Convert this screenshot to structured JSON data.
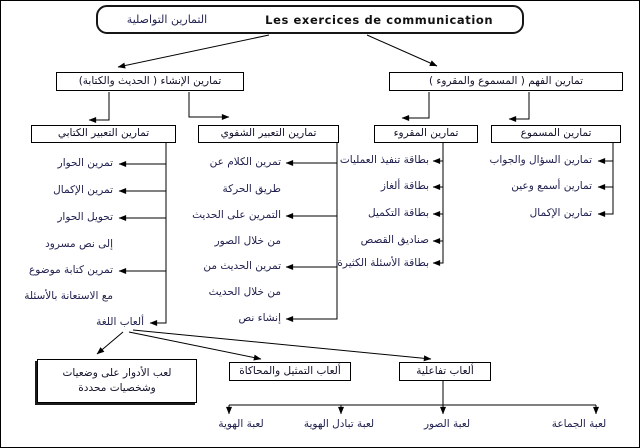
{
  "root": {
    "title_ar": "التمارين التواصلية",
    "title_fr": "Les exercices de communication"
  },
  "level2": {
    "expression": "تمارين الإنشاء ( الحديث والكتابة)",
    "comprehension": "تمارين الفهم ( المسموع والمقروء )"
  },
  "columns": [
    {
      "header": "تمارين التعبير الكتابي",
      "items": [
        {
          "label": "تمرين الحوار"
        },
        {
          "label": "تمرين الإكمال"
        },
        {
          "label": "تحويل الحوار"
        },
        {
          "label": "إلى نص مسرود"
        },
        {
          "label": "تمرين كتابة موضوع"
        },
        {
          "label": "مع الاستعانة بالأسئلة"
        },
        {
          "label": "ألعاب اللغة"
        }
      ]
    },
    {
      "header": "تمارين التعبير الشفوي",
      "items": [
        {
          "label": "تمرين الكلام عن"
        },
        {
          "label": "طريق الحركة"
        },
        {
          "label": "التمرين على الحديث"
        },
        {
          "label": "من خلال الصور"
        },
        {
          "label": "تمرين الحديث من"
        },
        {
          "label": "من خلال الحديث"
        },
        {
          "label": "إنشاء نص"
        }
      ]
    },
    {
      "header": "تمارين المقروء",
      "items": [
        {
          "label": "بطاقة تنفيذ العمليات"
        },
        {
          "label": "بطاقة ألغاز"
        },
        {
          "label": "بطاقة التكميل"
        },
        {
          "label": "صناديق القصص"
        },
        {
          "label": "بطاقة الأسئلة الكثيرة"
        }
      ]
    },
    {
      "header": "تمارين المسموع",
      "items": [
        {
          "label": "تمارين السؤال والجواب"
        },
        {
          "label": "تمارين أسمع وعين"
        },
        {
          "label": "تمارين الإكمال"
        }
      ]
    }
  ],
  "games": {
    "boxes": [
      {
        "line1": "لعب الأدوار على وضعيات",
        "line2": "وشخصيات محددة"
      },
      {
        "label": "ألعاب التمثيل والمحاكاة"
      },
      {
        "label": "ألعاب تفاعلية"
      }
    ],
    "leaves": [
      "لعبة الهوية",
      "لعبة تبادل الهوية",
      "لعبة الصور",
      "لعبة الجماعة"
    ]
  },
  "colors": {
    "line": "#000000",
    "text": "#1f1f4e",
    "border": "#000000"
  }
}
